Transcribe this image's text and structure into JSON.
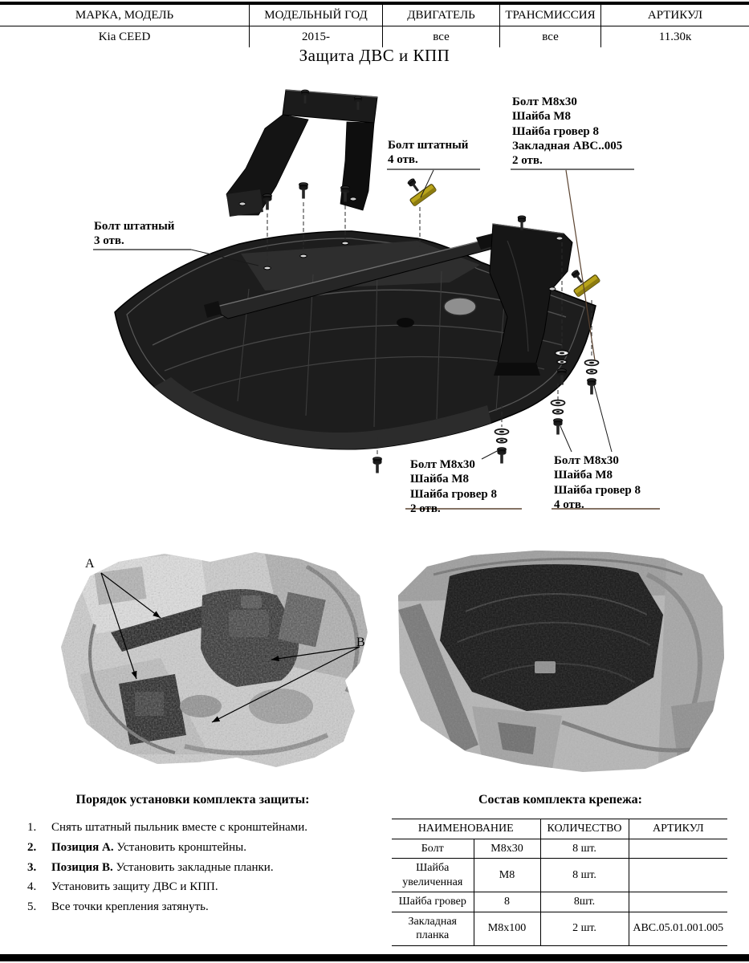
{
  "vehicle": {
    "columns": [
      "МАРКА, МОДЕЛЬ",
      "МОДЕЛЬНЫЙ ГОД",
      "ДВИГАТЕЛЬ",
      "ТРАНСМИССИЯ",
      "АРТИКУЛ"
    ],
    "values": [
      "Kia CEED",
      "2015-",
      "все",
      "все",
      "11.30к"
    ]
  },
  "title": "Защита ДВС и КПП",
  "callouts": {
    "zakladnaya": {
      "l1": "Болт М8х30",
      "l2": "Шайба М8",
      "l3": "Шайба гровер 8",
      "l4": "Закладная ABC..005",
      "l5": "2 отв."
    },
    "shtatny4": {
      "l1": "Болт штатный",
      "l2": "4 отв."
    },
    "shtatny3": {
      "l1": "Болт штатный",
      "l2": "3 отв."
    },
    "bottom2": {
      "l1": "Болт М8х30",
      "l2": "Шайба М8",
      "l3": "Шайба гровер 8",
      "l4": "2 отв."
    },
    "bottom4": {
      "l1": "Болт М8х30",
      "l2": "Шайба М8",
      "l3": "Шайба гровер 8",
      "l4": "4 отв."
    }
  },
  "photos": {
    "label_a": "А",
    "label_b": "В"
  },
  "instructions": {
    "title": "Порядок установки комплекта защиты:",
    "items": [
      {
        "num": "1.",
        "prefix": "",
        "rest": "Снять штатный пыльник вместе с кронштейнами."
      },
      {
        "num": "2.",
        "prefix": "Позиция А.",
        "rest": " Установить кронштейны."
      },
      {
        "num": "3.",
        "prefix": "Позиция В.",
        "rest": " Установить закладные планки."
      },
      {
        "num": "4.",
        "prefix": "",
        "rest": "Установить защиту ДВС и КПП."
      },
      {
        "num": "5.",
        "prefix": "",
        "rest": "Все точки крепления затянуть."
      }
    ]
  },
  "kit": {
    "title": "Состав комплекта крепежа:",
    "headers": {
      "name": "НАИМЕНОВАНИЕ",
      "qty": "КОЛИЧЕСТВО",
      "art": "АРТИКУЛ"
    },
    "rows": [
      {
        "name": "Болт",
        "size": "М8х30",
        "qty": "8 шт.",
        "art": ""
      },
      {
        "name": "Шайба увеличенная",
        "size": "М8",
        "qty": "8 шт.",
        "art": ""
      },
      {
        "name": "Шайба гровер",
        "size": "8",
        "qty": "8шт.",
        "art": ""
      },
      {
        "name": "Закладная планка",
        "size": "М8х100",
        "qty": "2 шт.",
        "art": "ABC.05.01.001.005"
      }
    ]
  },
  "colors": {
    "plate_black": "#1d1d1d",
    "anchor_yellow": "#b9a41a",
    "leader_brown": "#5b4330"
  }
}
